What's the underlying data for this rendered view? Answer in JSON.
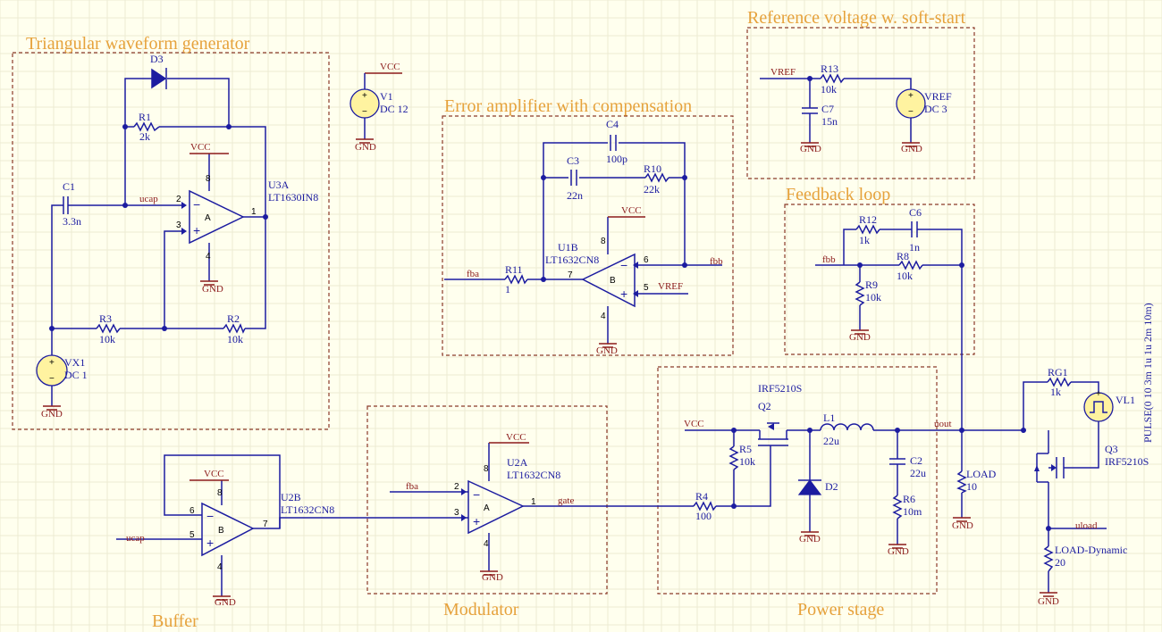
{
  "blocks": {
    "triangular": "Triangular waveform generator",
    "error_amp": "Error amplifier with compensation",
    "reference": "Reference voltage w. soft-start",
    "feedback": "Feedback loop",
    "buffer": "Buffer",
    "modulator": "Modulator",
    "power": "Power stage"
  },
  "components": {
    "D3": "D3",
    "R1": "R1",
    "R1v": "2k",
    "C1": "C1",
    "C1v": "3.3n",
    "U3A": "U3A",
    "U3Av": "LT1630IN8",
    "R3": "R3",
    "R3v": "10k",
    "R2": "R2",
    "R2v": "10k",
    "VX1": "VX1",
    "VX1v": "DC 1",
    "V1": "V1",
    "V1v": "DC 12",
    "C4": "C4",
    "C4v": "100p",
    "C3": "C3",
    "C3v": "22n",
    "R10": "R10",
    "R10v": "22k",
    "U1B": "U1B",
    "U1Bv": "LT1632CN8",
    "R11": "R11",
    "R11v": "1",
    "R13": "R13",
    "R13v": "10k",
    "C7": "C7",
    "C7v": "15n",
    "VREF": "VREF",
    "VREFv": "DC 3",
    "R12": "R12",
    "R12v": "1k",
    "C6": "C6",
    "C6v": "1n",
    "R8": "R8",
    "R8v": "10k",
    "R9": "R9",
    "R9v": "10k",
    "U2B": "U2B",
    "U2Bv": "LT1632CN8",
    "U2A": "U2A",
    "U2Av": "LT1632CN8",
    "Q2model": "IRF5210S",
    "Q2": "Q2",
    "L1": "L1",
    "L1v": "22u",
    "R5": "R5",
    "R5v": "10k",
    "R4": "R4",
    "R4v": "100",
    "D2": "D2",
    "C2": "C2",
    "C2v": "22u",
    "R6": "R6",
    "R6v": "10m",
    "LOAD": "LOAD",
    "LOADv": "10",
    "RG1": "RG1",
    "RG1v": "1k",
    "VL1": "VL1",
    "VL1v": "PULSE(0 10 3m 1u 1u 2m 10m)",
    "Q3": "Q3",
    "Q3v": "IRF5210S",
    "LD": "LOAD-Dynamic",
    "LDv": "20"
  },
  "nets": {
    "vcc": "VCC",
    "gnd": "GND",
    "ucap": "ucap",
    "fba": "fba",
    "fbb": "fbb",
    "vref": "VREF",
    "gate": "gate",
    "uout": "uout",
    "uload": "uload"
  },
  "pins": {
    "p1": "1",
    "p2": "2",
    "p3": "3",
    "p4": "4",
    "p5": "5",
    "p6": "6",
    "p7": "7",
    "p8": "8",
    "pa": "A",
    "pb": "B"
  },
  "colors": {
    "background": "#ffffee",
    "wire": "#1c1ca0",
    "block_title": "#e6a23c",
    "net_label": "#8b1a1a",
    "block_border": "#8b3a2a",
    "source_fill": "#fff3a0"
  }
}
